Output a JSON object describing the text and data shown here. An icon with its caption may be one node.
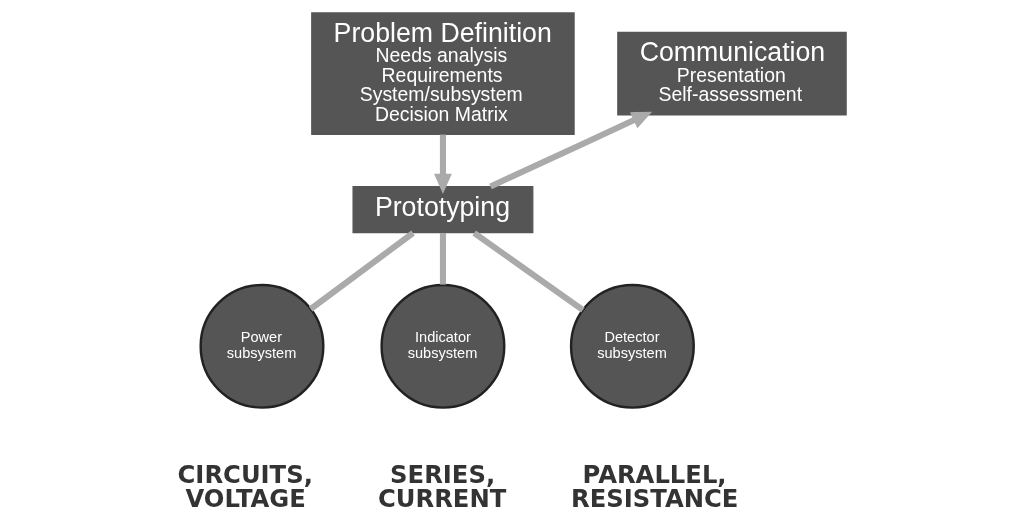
{
  "diagram": {
    "nodes": [
      {
        "text": [
          "Problem Definition",
          "Needs analysis",
          "Requirements",
          "System/subsystem",
          "Decision Matrix"
        ]
      },
      {
        "text": [
          "Communication",
          "Presentation",
          "Self-assessment"
        ]
      },
      {
        "text": [
          "Prototyping"
        ]
      },
      {
        "text": [
          "Power subsystem"
        ],
        "beside": [
          "CIRCUITS, VOLTAGE"
        ]
      },
      {
        "text": [
          "Indicator subsystem"
        ],
        "beside": [
          "SERIES, CURRENT"
        ]
      },
      {
        "text": [
          "Detector subsystem"
        ],
        "beside": [
          "PARALLEL, RESISTANCE"
        ]
      }
    ],
    "edges": [
      {
        "from": 0,
        "to": 2,
        "arrow": "to"
      },
      {
        "from": 2,
        "to": 1,
        "arrow": "to"
      },
      {
        "from": 2,
        "to": 3,
        "arrow": "none"
      },
      {
        "from": 2,
        "to": 4,
        "arrow": "none"
      },
      {
        "from": 2,
        "to": 5,
        "arrow": "none"
      }
    ]
  }
}
